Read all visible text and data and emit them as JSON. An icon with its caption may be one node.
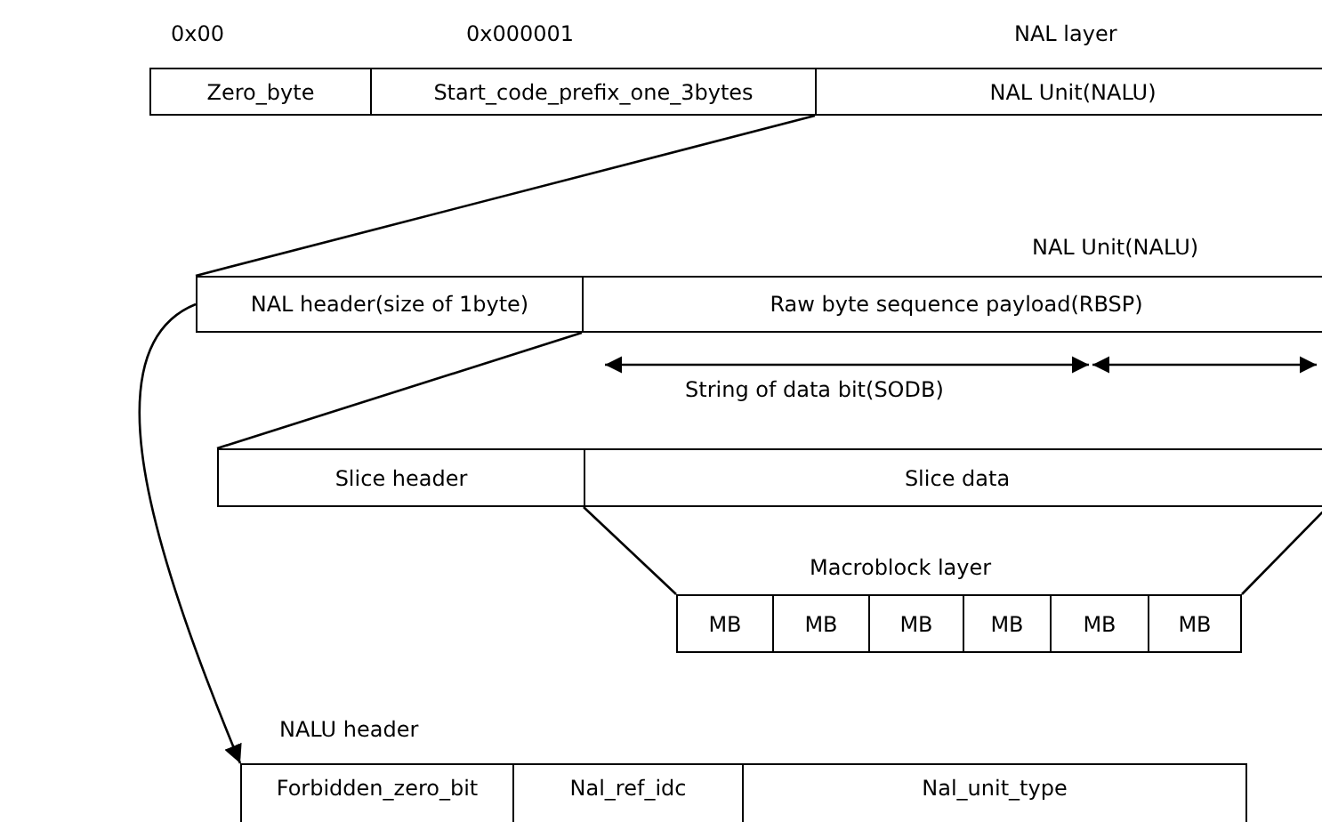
{
  "diagram": {
    "nodes": [
      {
        "text": [
          "Zero_byte"
        ],
        "beside": [
          "0x00"
        ]
      },
      {
        "text": [
          "Start_code_prefix_one_3bytes"
        ],
        "beside": [
          "0x000001"
        ]
      },
      {
        "text": [
          "NAL Unit(NALU)"
        ],
        "beside": [
          "NAL layer"
        ]
      },
      {
        "text": [
          "NAL header(size of 1byte)"
        ]
      },
      {
        "text": [
          "Raw byte sequence payload(RBSP)"
        ],
        "beside": [
          "NAL Unit(NALU)"
        ]
      },
      {
        "text": [
          "Slice header"
        ]
      },
      {
        "text": [
          "Slice data"
        ]
      },
      {
        "text": [
          "MB"
        ]
      },
      {
        "text": [
          "MB"
        ]
      },
      {
        "text": [
          "MB"
        ]
      },
      {
        "text": [
          "MB"
        ]
      },
      {
        "text": [
          "MB"
        ]
      },
      {
        "text": [
          "MB"
        ]
      },
      {
        "text": [
          "Forbidden_zero_bit"
        ]
      },
      {
        "text": [
          "Nal_ref_idc"
        ]
      },
      {
        "text": [
          "Nal_unit_type"
        ]
      }
    ],
    "edges": [
      {
        "from": 2,
        "to": 3,
        "arrow": "none"
      },
      {
        "from": 4,
        "to": 5,
        "arrow": "none"
      },
      {
        "from": 6,
        "to": 7,
        "arrow": "none"
      },
      {
        "from": 6,
        "to": 12,
        "arrow": "none"
      },
      {
        "from": 3,
        "to": 13,
        "arrow": "to"
      }
    ],
    "labels": [
      "String of data bit(SODB)",
      "Macroblock layer",
      "NALU header"
    ]
  }
}
